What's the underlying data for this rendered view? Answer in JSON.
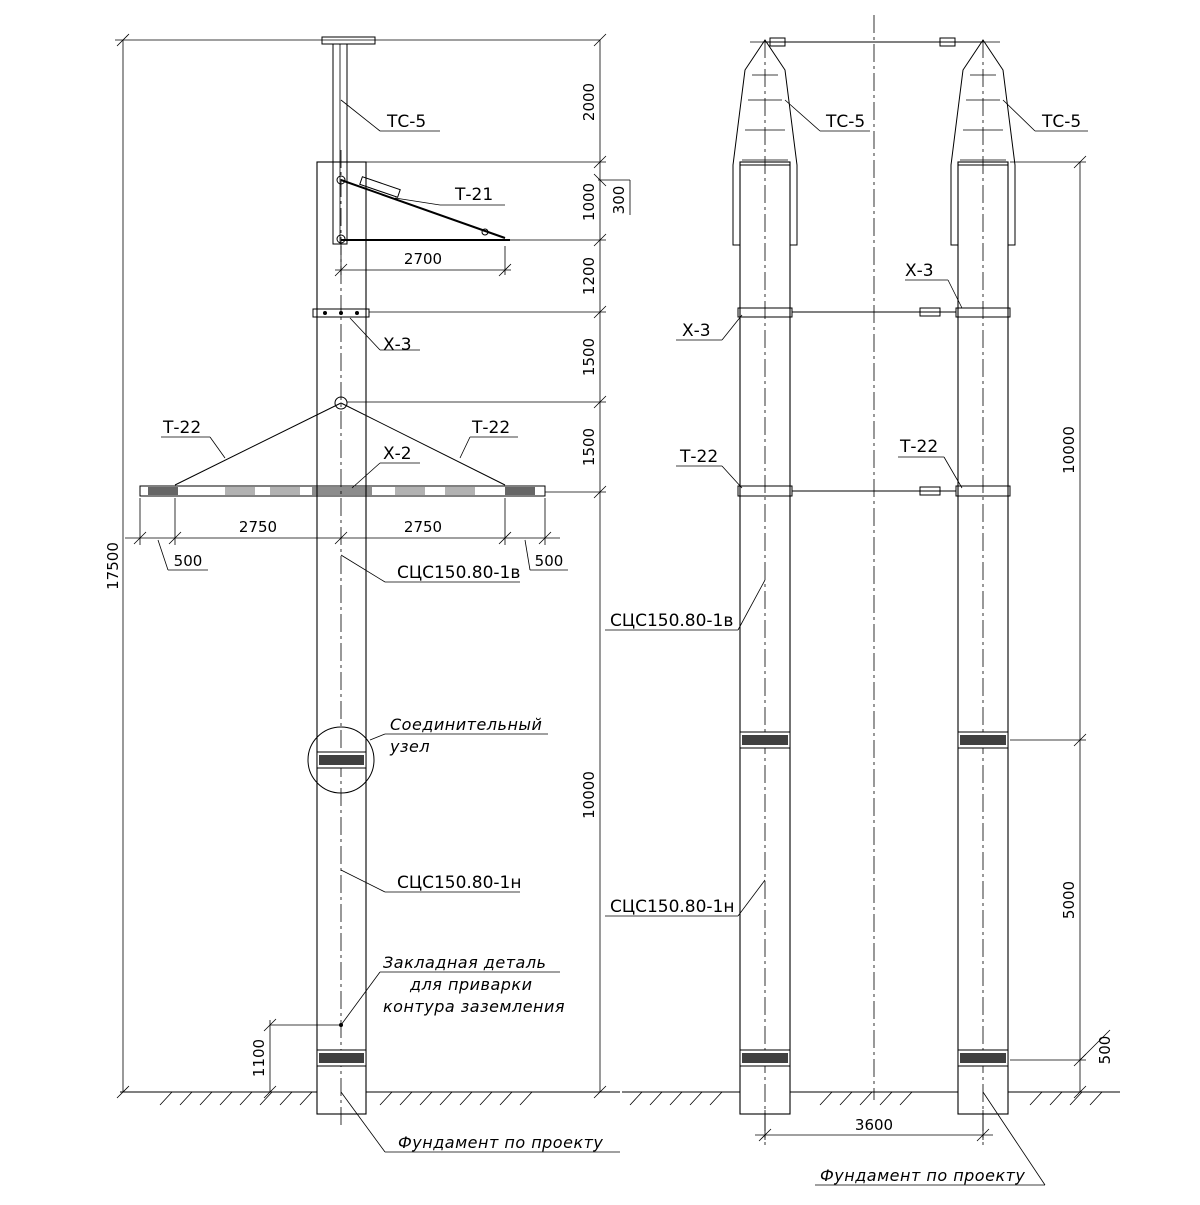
{
  "labels": {
    "tc5": "ТС-5",
    "t21": "Т-21",
    "x3": "Х-3",
    "t22": "Т-22",
    "x2": "Х-2",
    "pole_upper": "СЦС150.80-1в",
    "pole_lower": "СЦС150.80-1н",
    "joint_line1": "Соединительный",
    "joint_line2": "узел",
    "embed_line1": "Закладная деталь",
    "embed_line2": "для приварки",
    "embed_line3": "контура заземления",
    "foundation": "Фундамент по проекту"
  },
  "dimensions": {
    "d_17500": "17500",
    "d_2000": "2000",
    "d_1000": "1000",
    "d_300": "300",
    "d_2700": "2700",
    "d_1200": "1200",
    "d_1500a": "1500",
    "d_1500b": "1500",
    "d_10000_left": "10000",
    "d_1100": "1100",
    "d_2750_left": "2750",
    "d_2750_right": "2750",
    "d_500_left": "500",
    "d_500_right": "500",
    "d_10000_right": "10000",
    "d_5000": "5000",
    "d_500_side": "500",
    "d_3600": "3600"
  }
}
